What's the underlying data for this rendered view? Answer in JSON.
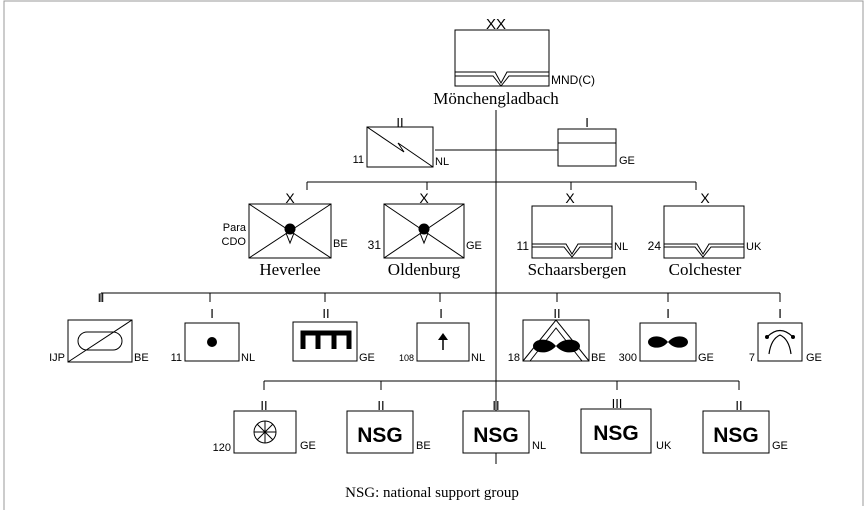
{
  "top_unit": {
    "echelon": "XX",
    "designation": "MND(C)",
    "location": "Mönchengladbach"
  },
  "hq_units": [
    {
      "echelon": "II",
      "number": "11",
      "nation": "NL"
    },
    {
      "echelon": "I",
      "number": "",
      "nation": "GE"
    }
  ],
  "brigades": [
    {
      "echelon": "X",
      "number": "Para\nCDO",
      "nation": "BE",
      "location": "Heverlee"
    },
    {
      "echelon": "X",
      "number": "31",
      "nation": "GE",
      "location": "Oldenburg"
    },
    {
      "echelon": "X",
      "number": "11",
      "nation": "NL",
      "location": "Schaarsbergen"
    },
    {
      "echelon": "X",
      "number": "24",
      "nation": "UK",
      "location": "Colchester"
    }
  ],
  "support_units": [
    {
      "echelon": "II",
      "number": "IJP",
      "nation": "BE"
    },
    {
      "echelon": "I",
      "number": "11",
      "nation": "NL"
    },
    {
      "echelon": "II",
      "number": "",
      "nation": "GE"
    },
    {
      "echelon": "I",
      "number": "108",
      "nation": "NL"
    },
    {
      "echelon": "II",
      "number": "18",
      "nation": "BE"
    },
    {
      "echelon": "I",
      "number": "300",
      "nation": "GE"
    },
    {
      "echelon": "I",
      "number": "7",
      "nation": "GE"
    }
  ],
  "logistics_units": [
    {
      "echelon": "II",
      "number": "120",
      "nation": "GE",
      "text": ""
    },
    {
      "echelon": "II",
      "number": "",
      "nation": "BE",
      "text": "NSG"
    },
    {
      "echelon": "II",
      "number": "",
      "nation": "NL",
      "text": "NSG"
    },
    {
      "echelon": "III",
      "number": "",
      "nation": "UK",
      "text": "NSG"
    },
    {
      "echelon": "II",
      "number": "",
      "nation": "GE",
      "text": "NSG"
    }
  ],
  "footnote": "NSG: national support group"
}
